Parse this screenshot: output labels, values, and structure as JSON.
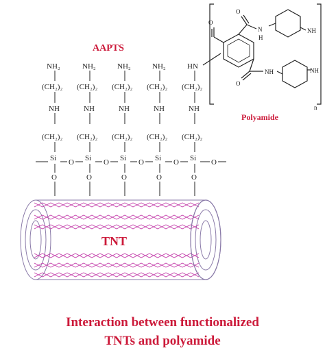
{
  "colors": {
    "red": "#cc1a3a",
    "black": "#222222",
    "mesh": "#c23aa8",
    "tube": "#8a7aa8"
  },
  "labels": {
    "aapts": "AAPTS",
    "polyamide": "Polyamide",
    "tnt": "TNT",
    "repeat": "n"
  },
  "chain": {
    "nh2": "NH₂",
    "ch2": "(CH₂)₂",
    "nh": "NH",
    "si": "Si",
    "o": "O"
  },
  "polymer": {
    "nh_a": "NH",
    "nh_b": "N",
    "h_b": "H",
    "o": "O",
    "nh_c": "NH",
    "nh_d": "NH",
    "hn": "HN"
  },
  "caption": {
    "line1": "Interaction between functionalized",
    "line2": "TNTs and polyamide"
  }
}
